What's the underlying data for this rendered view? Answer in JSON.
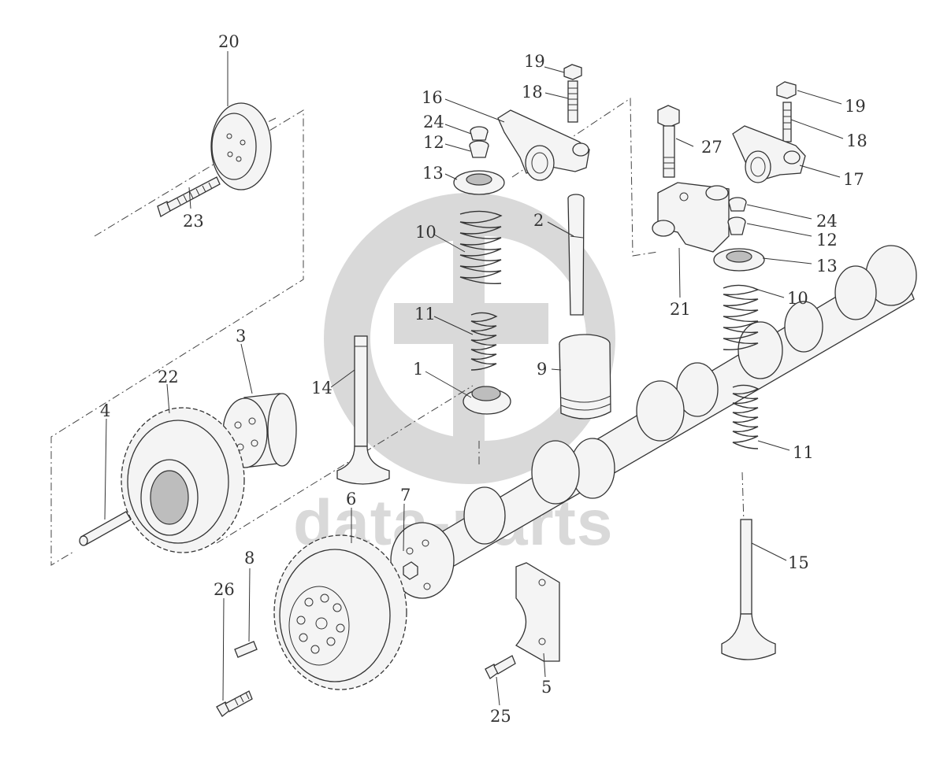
{
  "watermark": {
    "brand_text": "data-parts",
    "color": "#d9d9d9"
  },
  "callouts": [
    {
      "id": "c20",
      "label": "20"
    },
    {
      "id": "c23",
      "label": "23"
    },
    {
      "id": "c19a",
      "label": "19"
    },
    {
      "id": "c18a",
      "label": "18"
    },
    {
      "id": "c16",
      "label": "16"
    },
    {
      "id": "c24a",
      "label": "24"
    },
    {
      "id": "c12a",
      "label": "12"
    },
    {
      "id": "c13a",
      "label": "13"
    },
    {
      "id": "c10a",
      "label": "10"
    },
    {
      "id": "c2",
      "label": "2"
    },
    {
      "id": "c11a",
      "label": "11"
    },
    {
      "id": "c1",
      "label": "1"
    },
    {
      "id": "c9",
      "label": "9"
    },
    {
      "id": "c14",
      "label": "14"
    },
    {
      "id": "c3",
      "label": "3"
    },
    {
      "id": "c22",
      "label": "22"
    },
    {
      "id": "c4",
      "label": "4"
    },
    {
      "id": "c6",
      "label": "6"
    },
    {
      "id": "c7",
      "label": "7"
    },
    {
      "id": "c8",
      "label": "8"
    },
    {
      "id": "c26",
      "label": "26"
    },
    {
      "id": "c5",
      "label": "5"
    },
    {
      "id": "c25",
      "label": "25"
    },
    {
      "id": "c27",
      "label": "27"
    },
    {
      "id": "c19b",
      "label": "19"
    },
    {
      "id": "c18b",
      "label": "18"
    },
    {
      "id": "c17",
      "label": "17"
    },
    {
      "id": "c24b",
      "label": "24"
    },
    {
      "id": "c12b",
      "label": "12"
    },
    {
      "id": "c13b",
      "label": "13"
    },
    {
      "id": "c21",
      "label": "21"
    },
    {
      "id": "c10b",
      "label": "10"
    },
    {
      "id": "c11b",
      "label": "11"
    },
    {
      "id": "c15",
      "label": "15"
    }
  ]
}
